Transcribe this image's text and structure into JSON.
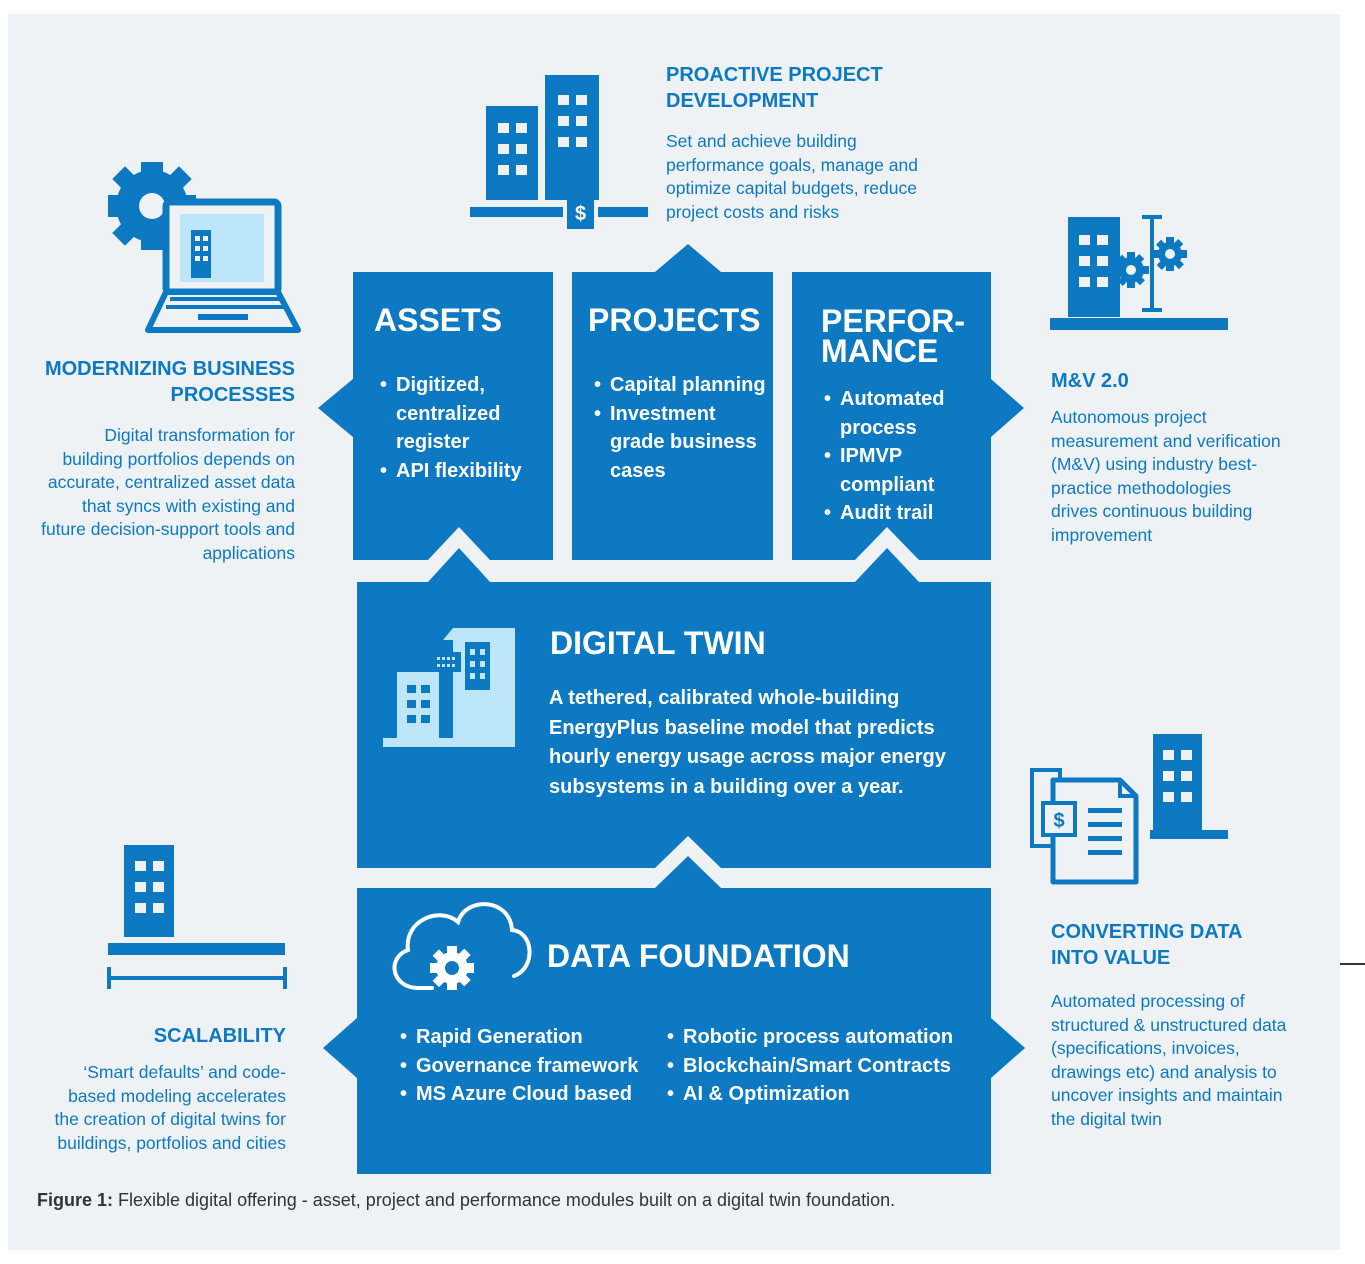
{
  "colors": {
    "primary": "#0d79c2",
    "background": "#eef2f5",
    "light_blue": "#bde6fb"
  },
  "modules": [
    {
      "title": "ASSETS",
      "bullets": [
        "Digitized, centralized register",
        "API flexibility"
      ]
    },
    {
      "title": "PROJECTS",
      "bullets": [
        "Capital planning",
        "Investment grade business cases"
      ]
    },
    {
      "title": "PERFORMANCE",
      "title_line1": "PERFOR-",
      "title_line2": "MANCE",
      "bullets": [
        "Automated process",
        "IPMVP compliant",
        "Audit trail"
      ]
    }
  ],
  "digital_twin": {
    "title": "DIGITAL TWIN",
    "description": "A tethered, calibrated whole-building EnergyPlus baseline model that predicts hourly energy usage across major energy subsystems in a building over a year."
  },
  "data_foundation": {
    "title": "DATA FOUNDATION",
    "bullets_left": [
      "Rapid Generation",
      "Governance framework",
      "MS Azure Cloud based"
    ],
    "bullets_right": [
      "Robotic process automation",
      "Blockchain/Smart Contracts",
      "AI & Optimization"
    ]
  },
  "callouts": {
    "proactive": {
      "title": "PROACTIVE PROJECT DEVELOPMENT",
      "body": "Set and achieve building performance goals, manage and optimize capital budgets, reduce project costs and risks",
      "icon": "buildings-budget-icon"
    },
    "modernizing": {
      "title": "MODERNIZING BUSINESS PROCESSES",
      "body": "Digital transformation for building portfolios depends on accurate, centralized asset data that syncs with existing and future decision-support tools and applications",
      "icon": "laptop-gear-icon"
    },
    "mv": {
      "title": "M&V 2.0",
      "body": "Autonomous project measurement and verification (M&V) using industry best-practice methodologies drives continuous building improvement",
      "icon": "building-gears-icon"
    },
    "scalability": {
      "title": "SCALABILITY",
      "body": "‘Smart defaults’ and code-based modeling accelerates the creation of digital twins for buildings, portfolios and cities",
      "icon": "building-scale-icon"
    },
    "converting": {
      "title": "CONVERTING DATA INTO VALUE",
      "body": "Automated processing of structured & unstructured data (specifications, invoices, drawings etc) and analysis to uncover insights and maintain the digital twin",
      "icon": "documents-building-icon"
    }
  },
  "icon_glyphs": {
    "dollar": "$"
  },
  "caption": {
    "label": "Figure 1:",
    "text": " Flexible digital offering - asset, project and performance modules built on a digital twin foundation."
  }
}
